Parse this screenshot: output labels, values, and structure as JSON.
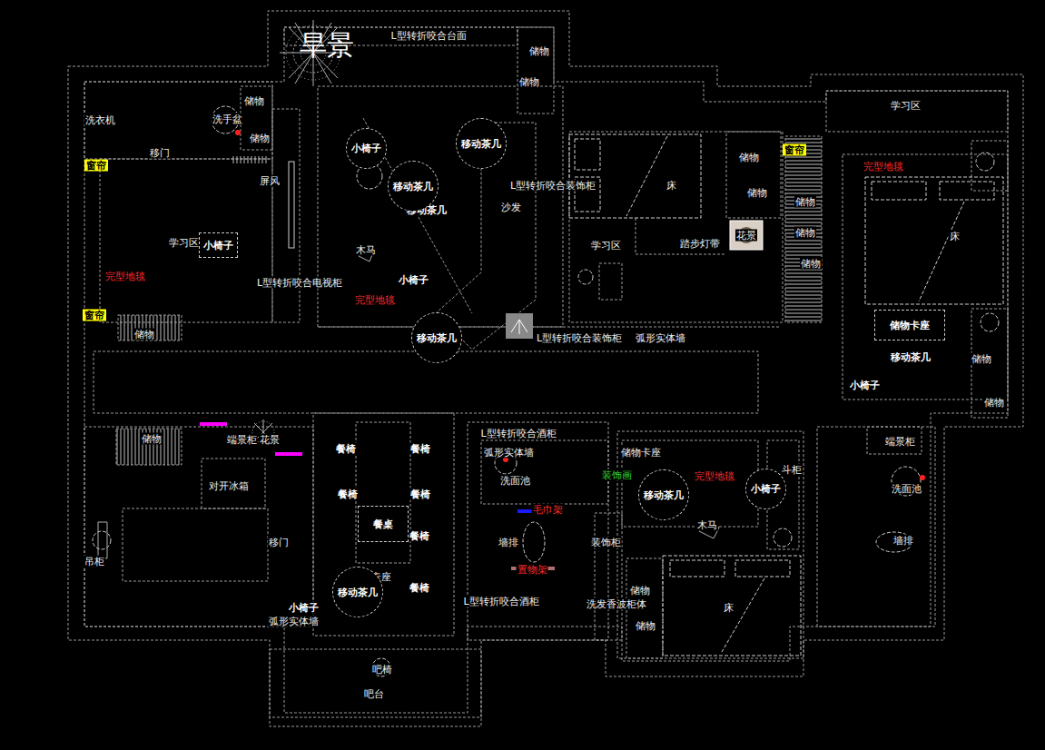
{
  "diagram": {
    "nodes": [
      {
        "text": [
          "小椅子"
        ]
      },
      {
        "text": [
          "移动茶几"
        ]
      },
      {
        "text": [
          "移动茶几"
        ]
      },
      {
        "text": [
          "小椅子"
        ]
      },
      {
        "text": [
          "移动茶几"
        ]
      },
      {
        "text": [
          "储物卡座"
        ]
      },
      {
        "text": [
          "餐桌"
        ]
      },
      {
        "text": [
          "移动茶几"
        ]
      },
      {
        "text": [
          "移动茶几"
        ]
      },
      {
        "text": [
          "小椅子"
        ]
      }
    ],
    "labels": [
      "旱景",
      "L型转折咬合台面",
      "储物",
      "储物",
      "洗衣机",
      "洗手盆",
      "储物",
      "储物",
      "移门",
      "窗帘",
      "屏风",
      "学习区",
      "完型地毯",
      "L型转折咬合电视柜",
      "窗帘",
      "储物",
      "L型转折咬合装饰柜",
      "沙发",
      "木马",
      "小椅子",
      "完型地毯",
      "L型转折咬合装饰柜",
      "弧形实体墙",
      "床",
      "储物",
      "储物",
      "学习区",
      "踏步灯带",
      "花景",
      "窗帘",
      "储物",
      "储物",
      "储物",
      "学习区",
      "完型地毯",
      "床",
      "移动茶几",
      "小椅子",
      "储物",
      "储物",
      "端景柜",
      "洗面池",
      "墙排",
      "储物",
      "端景柜",
      "花景",
      "对开冰箱",
      "吊柜",
      "移门",
      "小椅子",
      "弧形实体墙",
      "餐椅",
      "餐椅",
      "餐椅",
      "餐椅",
      "餐椅",
      "餐椅",
      "储物卡座",
      "吧椅",
      "吧台",
      "L型转折咬合酒柜",
      "弧形实体墙",
      "洗面池",
      "毛巾架",
      "墙排",
      "置物架",
      "装饰柜",
      "L型转折咬合酒柜",
      "洗发香波柜体",
      "储物卡座",
      "装饰画",
      "完型地毯",
      "木马",
      "斗柜",
      "储物",
      "储物",
      "床",
      "移动茶几"
    ]
  }
}
